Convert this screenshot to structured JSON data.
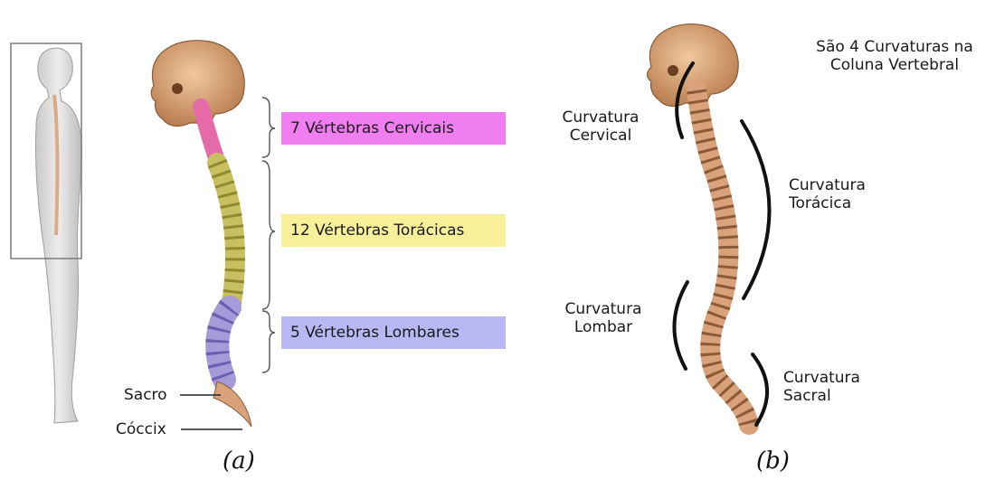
{
  "panel_a": {
    "cervical_label": "7 Vértebras Cervicais",
    "thoracic_label": "12 Vértebras Torácicas",
    "lumbar_label": "5 Vértebras Lombares",
    "sacrum_label": "Sacro",
    "coccyx_label": "Cóccix",
    "caption": "(a)"
  },
  "panel_b": {
    "title_line1": "São 4 Curvaturas na",
    "title_line2": "Coluna Vertebral",
    "cervical_line1": "Curvatura",
    "cervical_line2": "Cervical",
    "thoracic_line1": "Curvatura",
    "thoracic_line2": "Torácica",
    "lumbar_line1": "Curvatura",
    "lumbar_line2": "Lombar",
    "sacral_line1": "Curvatura",
    "sacral_line2": "Sacral",
    "caption": "(b)"
  },
  "colors": {
    "cervical": "#f07ef0",
    "thoracic": "#f7ef9a",
    "lumbar": "#b8b8f4",
    "bone": "#d9a27a",
    "skull": "#e3b48c",
    "cervical_bone": "#e46aa8",
    "thoracic_bone": "#c8c060",
    "lumbar_bone": "#a79ad8"
  },
  "icons": [
    "human-body-figure",
    "spine-illustration",
    "skull-icon"
  ]
}
